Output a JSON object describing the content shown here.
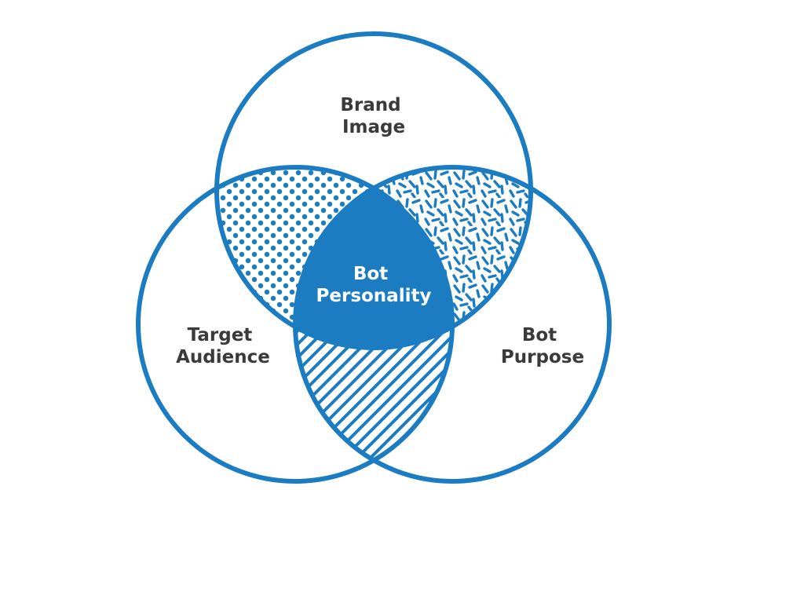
{
  "colors": {
    "stroke": "#1b7cc2",
    "fill": "#1b7cc2",
    "label_text": "#3a3a3a",
    "center_text": "#ffffff",
    "background": "#ffffff"
  },
  "circles": [
    {
      "id": "brand-image",
      "lines": [
        "Brand",
        "Image"
      ]
    },
    {
      "id": "target-audience",
      "lines": [
        "Target",
        "Audience"
      ]
    },
    {
      "id": "bot-purpose",
      "lines": [
        "Bot",
        "Purpose"
      ]
    }
  ],
  "center": {
    "lines": [
      "Bot",
      "Personality"
    ]
  },
  "overlap_patterns": {
    "brand-target": "dots",
    "brand-purpose": "dashes",
    "target-purpose": "stripes"
  }
}
